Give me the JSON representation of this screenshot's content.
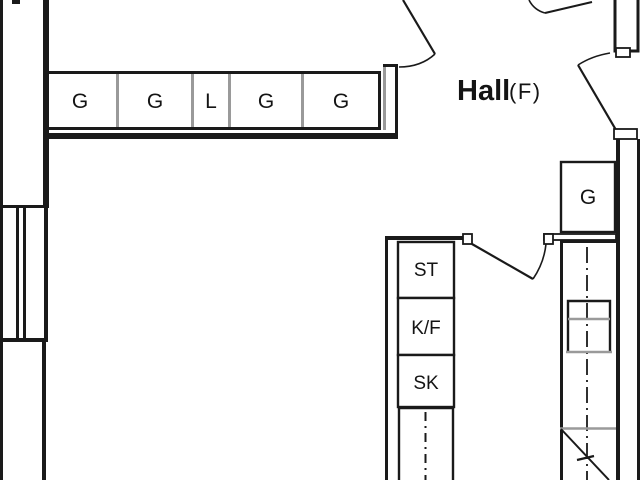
{
  "floorplan": {
    "hall_label": {
      "name": "Hall",
      "suffix": "(F)"
    },
    "wall_cabinets": {
      "labels": [
        "G",
        "G",
        "L",
        "G",
        "G"
      ]
    },
    "hall_closet_label": "G",
    "kitchen_units": [
      "ST",
      "K/F",
      "SK"
    ],
    "colors": {
      "line": "#1a1a1a",
      "divider": "#9a9a9a",
      "background": "#ffffff"
    }
  }
}
